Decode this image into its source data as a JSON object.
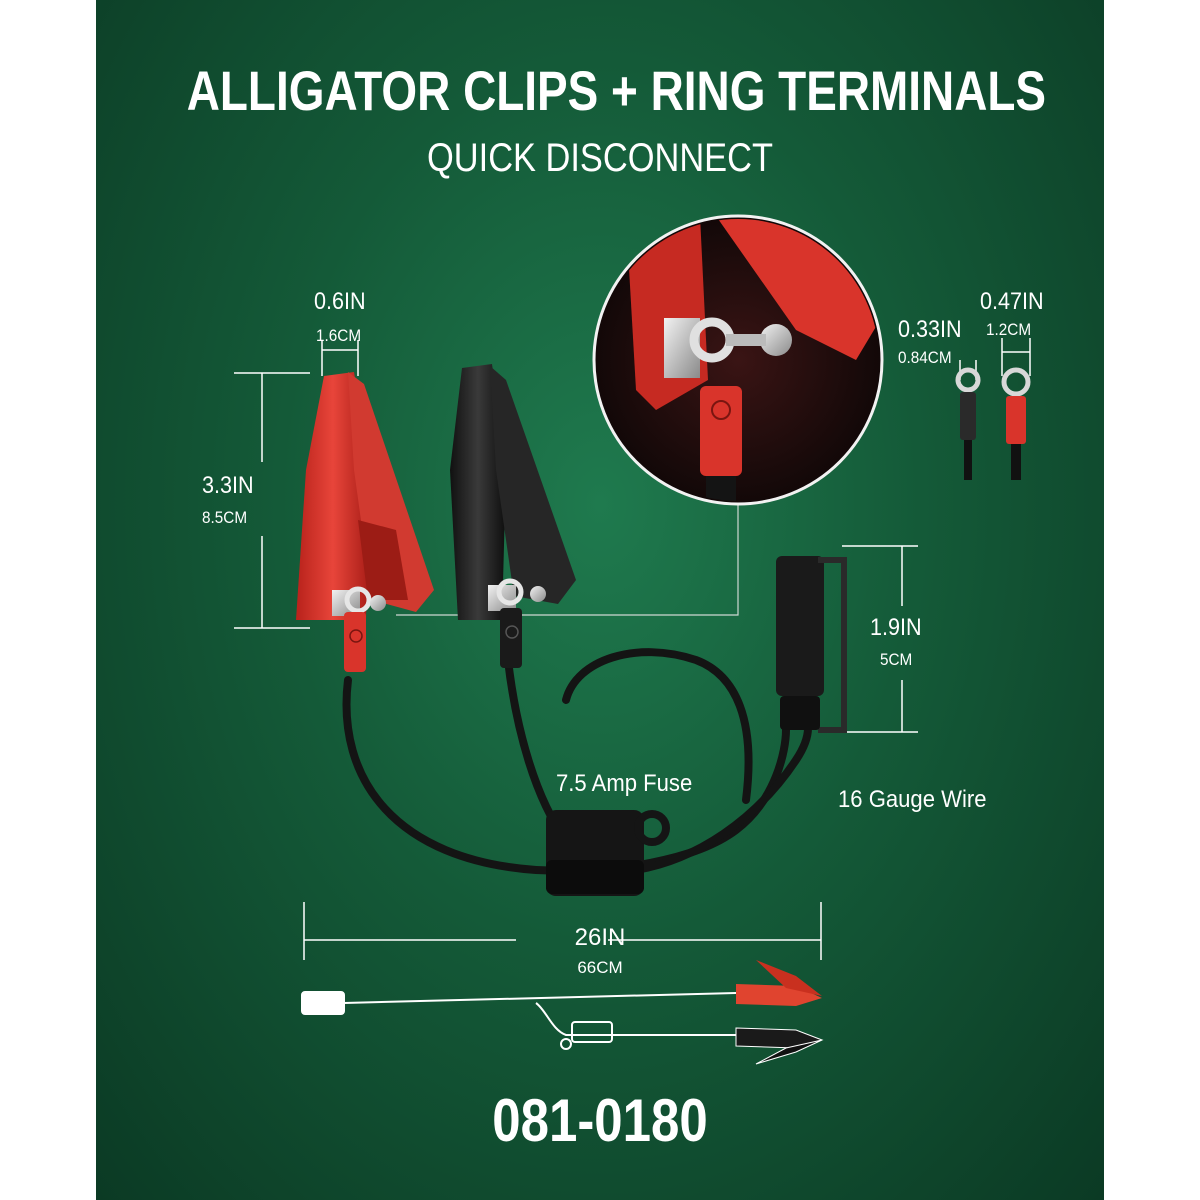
{
  "title": "ALLIGATOR CLIPS + RING TERMINALS",
  "subtitle": "QUICK DISCONNECT",
  "clip_width": {
    "in": "0.6IN",
    "cm": "1.6CM"
  },
  "clip_length": {
    "in": "3.3IN",
    "cm": "8.5CM"
  },
  "ring_small": {
    "in": "0.33IN",
    "cm": "0.84CM"
  },
  "ring_large": {
    "in": "0.47IN",
    "cm": "1.2CM"
  },
  "connector_length": {
    "in": "1.9IN",
    "cm": "5CM"
  },
  "fuse_label": "7.5 Amp Fuse",
  "wire_label": "16 Gauge Wire",
  "cable_length": {
    "in": "26IN",
    "cm": "66CM"
  },
  "part_number": "081-0180",
  "colors": {
    "background": "#145a38",
    "clip_red": "#d9342b",
    "clip_black": "#1c1c1c",
    "text": "#ffffff"
  }
}
